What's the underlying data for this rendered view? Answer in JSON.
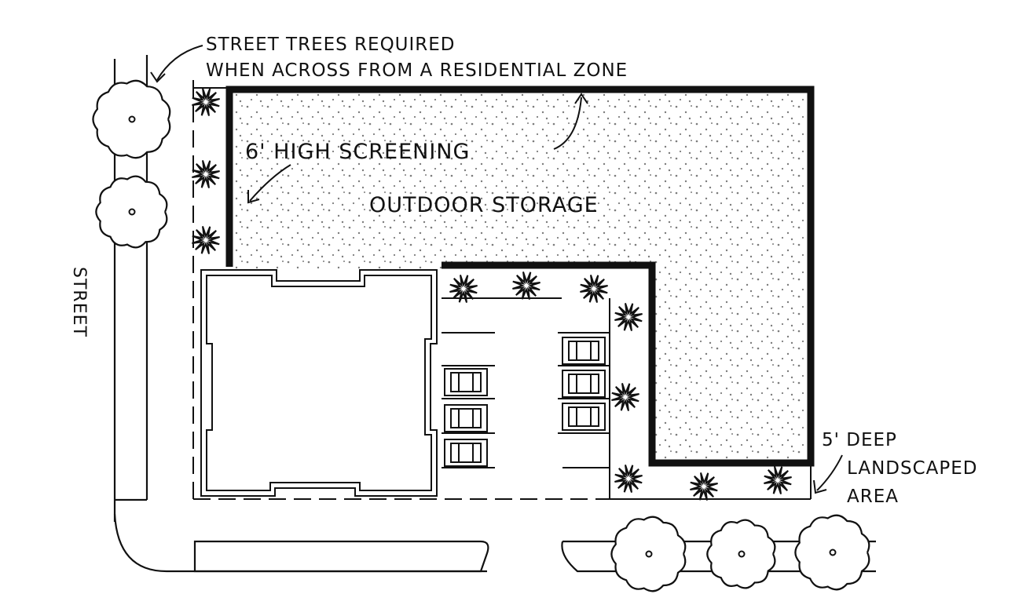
{
  "labels": {
    "street_trees_line1": "STREET TREES REQUIRED",
    "street_trees_line2": "WHEN ACROSS FROM A RESIDENTIAL ZONE",
    "screening": "6' HIGH SCREENING",
    "outdoor_storage": "OUTDOOR STORAGE",
    "street": "STREET",
    "landscaped_line1": "5' DEEP",
    "landscaped_line2": "LANDSCAPED",
    "landscaped_line3": "AREA"
  },
  "colors": {
    "ink": "#111111",
    "paper": "#ffffff"
  }
}
